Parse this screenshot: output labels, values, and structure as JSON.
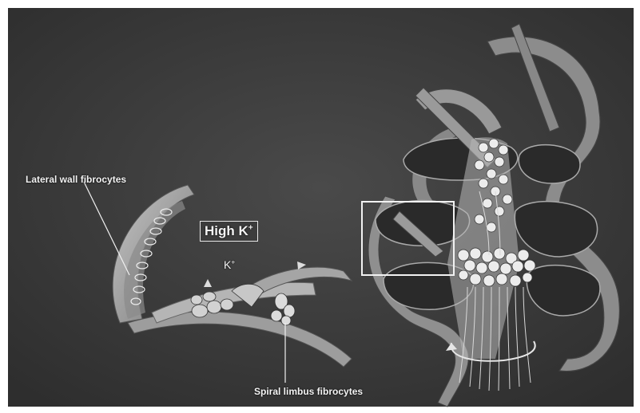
{
  "labels": {
    "lateral_wall": "Lateral wall fibrocytes",
    "spiral_limbus": "Spiral limbus fibrocytes",
    "high_k_text": "High K",
    "k_symbol": "K",
    "plus_sign": "+"
  },
  "colors": {
    "background": "#3d3d3d",
    "tissue": "#a9a9a9",
    "tissue_dark": "#6f6f6f",
    "nerve": "#d8d8d8",
    "label": "#f4f4f4"
  }
}
